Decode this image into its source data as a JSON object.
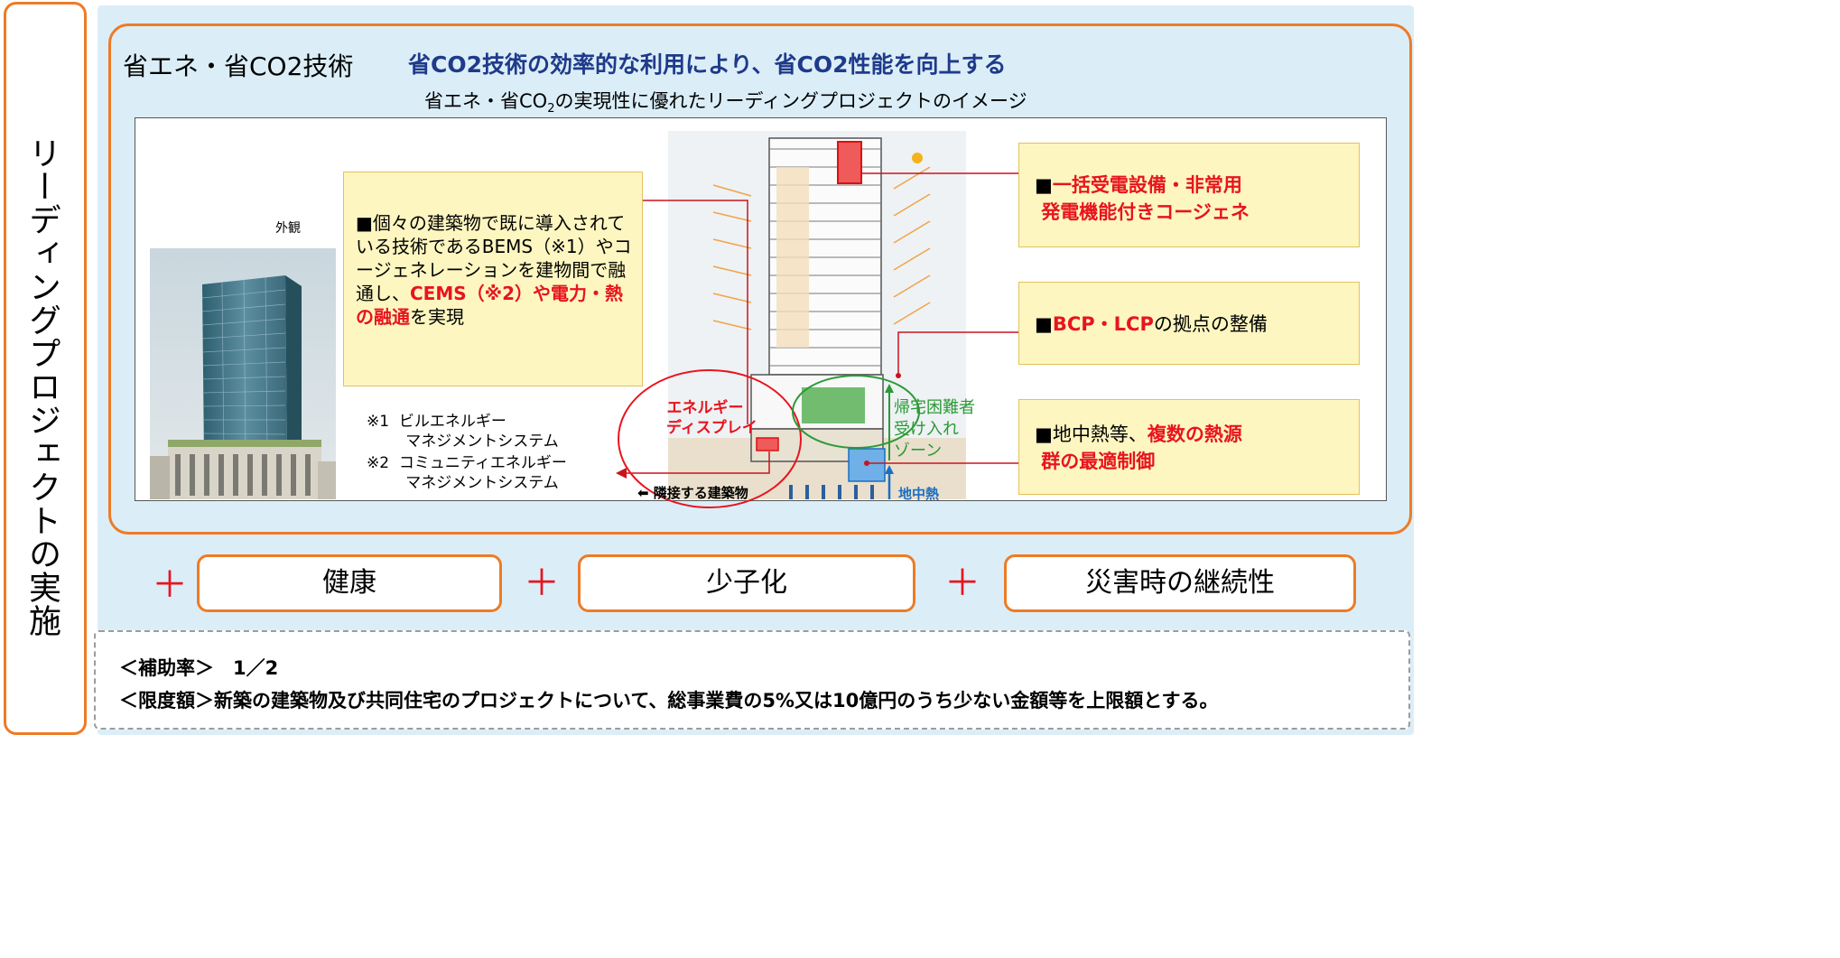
{
  "left_panel": {
    "text": "リーディングプロジェクトの実施"
  },
  "header": {
    "title": "省エネ・省CO2技術",
    "subtitle": "省CO2技術の効率的な利用により、省CO2性能を向上する",
    "caption_pre": "省エネ・省CO",
    "caption_sub": "2",
    "caption_post": "の実現性に優れたリーディングプロジェクトのイメージ"
  },
  "diagram": {
    "exterior_label": "外観",
    "tech_box": {
      "part1": "■個々の建築物で既に導入されている技術であるBEMS（※1）やコージェネレーションを建物間で融通し、",
      "highlight": "CEMS（※2）や電力・熱の融通",
      "part2": "を実現"
    },
    "note1": "※1  ビルエネルギー\n        マネジメントシステム",
    "note2": "※2  コミュニティエネルギー\n        マネジメントシステム",
    "energy_display_label": "エネルギー\nディスプレイ",
    "returnee_label": "帰宅困難者\n受け入れ\nゾーン",
    "adjacent_label": "⬅ 隣接する建築物",
    "geothermal_label": "地中熱",
    "callout_1": {
      "bullet": "■",
      "highlight": "一括受電設備・非常用\n 発電機能付きコージェネ"
    },
    "callout_2": {
      "bullet": "■",
      "highlight": "BCP・LCP",
      "rest": "の拠点の整備"
    },
    "callout_3": {
      "pre": "■地中熱等、",
      "highlight1": "複数の熱源",
      "highlight2": " 群の最適制御"
    }
  },
  "plus_symbol": "＋",
  "pills": [
    "健康",
    "少子化",
    "災害時の継続性"
  ],
  "bottom": {
    "subsidy_rate": "＜補助率＞　1／2",
    "limit": "＜限度額＞新築の建築物及び共同住宅のプロジェクトについて、総事業費の5%又は10億円のうち少ない金額等を上限額とする。"
  },
  "colors": {
    "accent_orange": "#ee7b25",
    "highlight_red": "#e8141e",
    "subtitle_navy": "#1f3a8a",
    "panel_blue": "#dbeef8",
    "callout_yellow": "#fdf6c0"
  }
}
